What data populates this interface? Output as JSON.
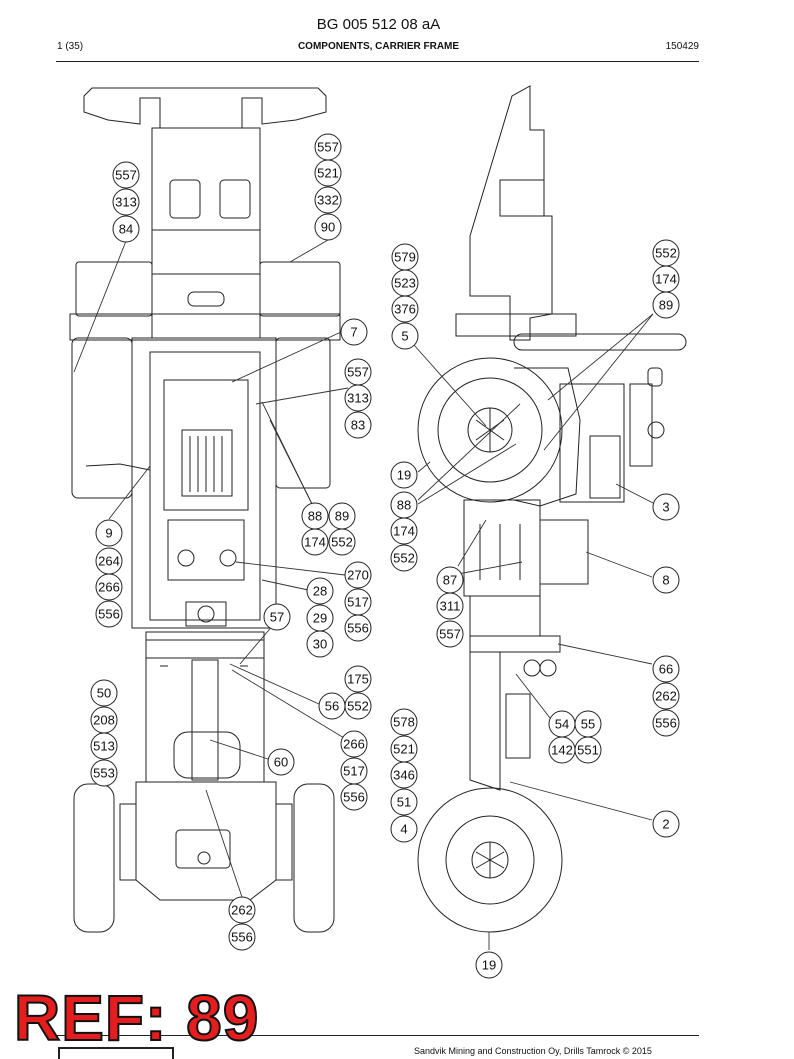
{
  "header": {
    "doc_number": "BG 005 512 08 aA",
    "page": "1 (35)",
    "title": "COMPONENTS, CARRIER FRAME",
    "date": "150429"
  },
  "ref_label": "REF: 89",
  "footer_text": "Sandvik Mining and Construction Oy, Drills Tamrock © 2015",
  "callouts": {
    "l557a": "557",
    "l313a": "313",
    "l84": "84",
    "t557": "557",
    "t521": "521",
    "t332": "332",
    "t90": "90",
    "c7": "7",
    "c557b": "557",
    "c313b": "313",
    "c83": "83",
    "c88a": "88",
    "c89a": "89",
    "c174a": "174",
    "c552a": "552",
    "l9": "9",
    "l264": "264",
    "l266a": "266",
    "l556a": "556",
    "c270": "270",
    "c517a": "517",
    "c556b": "556",
    "c28": "28",
    "c29": "29",
    "c30": "30",
    "c57": "57",
    "c175": "175",
    "c56": "56",
    "c552b": "552",
    "l50": "50",
    "l208": "208",
    "l513": "513",
    "l553": "553",
    "c266b": "266",
    "c517b": "517",
    "c556c": "556",
    "c60": "60",
    "b262": "262",
    "b556": "556",
    "r579": "579",
    "r523": "523",
    "r376": "376",
    "r5": "5",
    "r552": "552",
    "r174": "174",
    "r89": "89",
    "r19a": "19",
    "r88": "88",
    "r174b": "174",
    "r552b": "552",
    "r3": "3",
    "r87": "87",
    "r311": "311",
    "r557": "557",
    "r8": "8",
    "r66": "66",
    "r262": "262",
    "r556": "556",
    "r54": "54",
    "r55": "55",
    "r142": "142",
    "r551": "551",
    "r578": "578",
    "r521": "521",
    "r346": "346",
    "r51": "51",
    "r4": "4",
    "r2": "2",
    "r19b": "19"
  }
}
